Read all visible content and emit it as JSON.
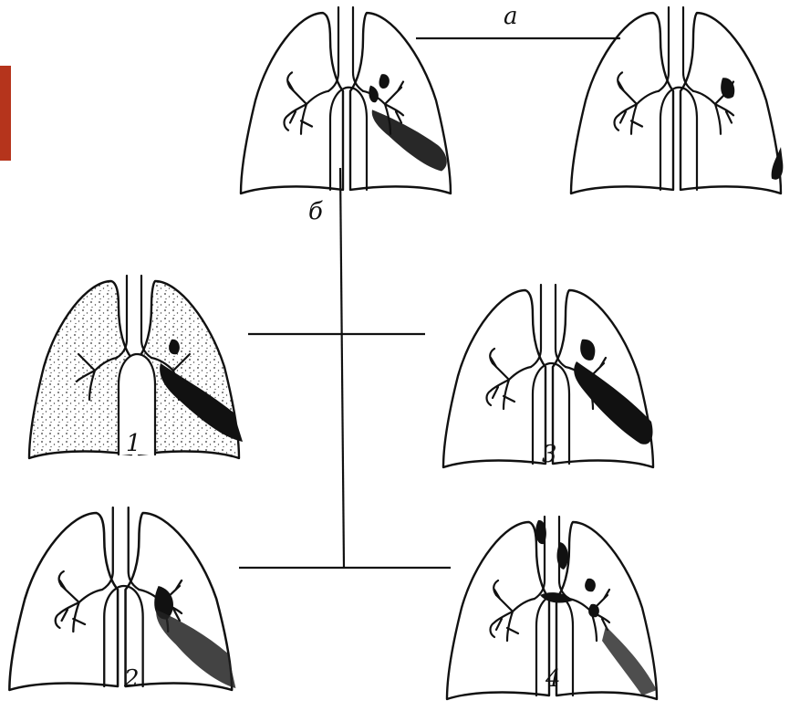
{
  "colors": {
    "accent": "#b5341c",
    "ink": "#111111",
    "background": "#ffffff"
  },
  "labels": {
    "a": "a",
    "b": "б",
    "fig1": "1",
    "fig2": "2",
    "fig3": "3",
    "fig4": "4"
  }
}
